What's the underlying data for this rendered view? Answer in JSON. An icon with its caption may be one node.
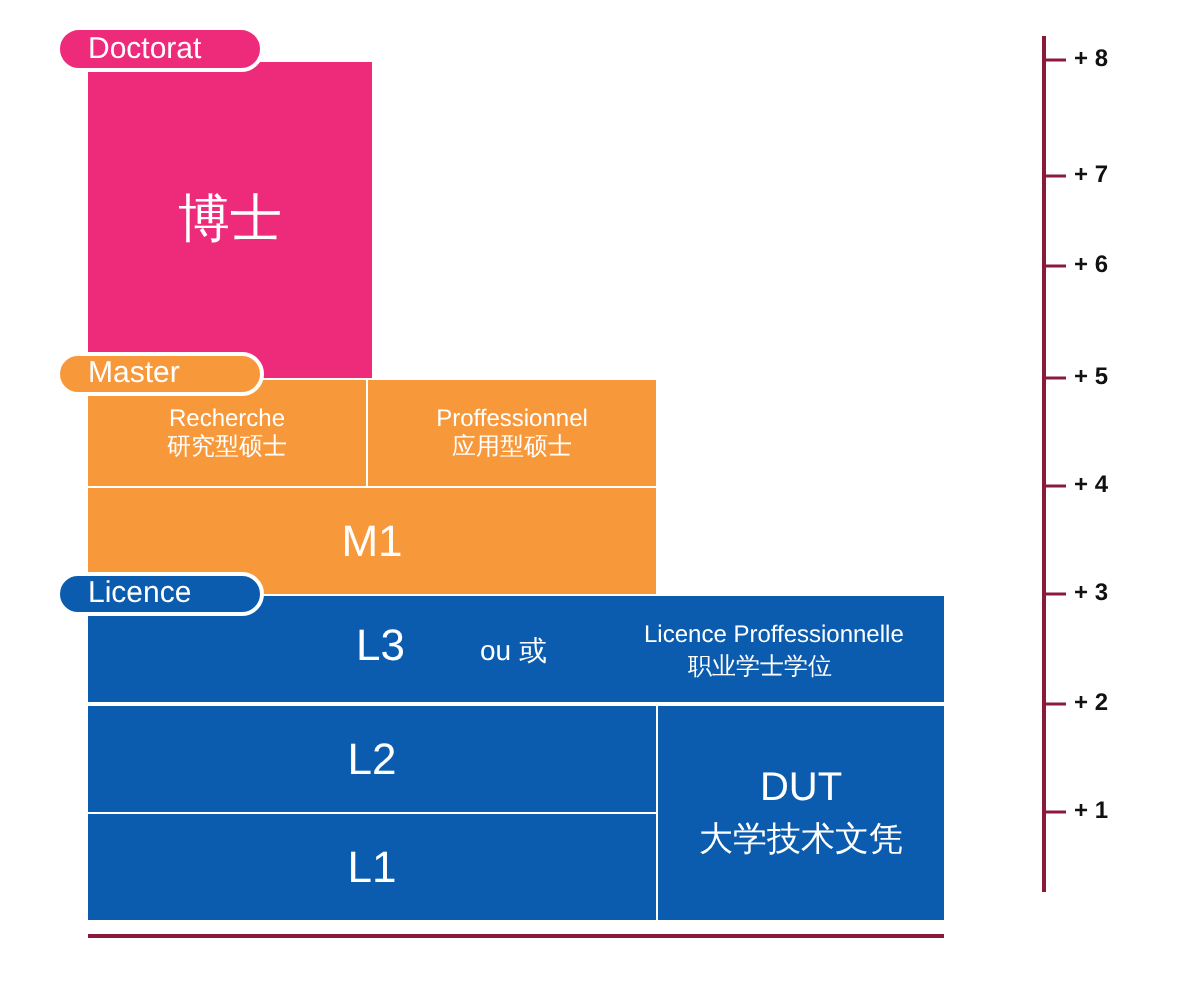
{
  "diagram": {
    "nodes": [
      {
        "text": [
          "Doctorat"
        ]
      },
      {
        "text": [
          "博士"
        ]
      },
      {
        "text": [
          "Master"
        ]
      },
      {
        "text": [
          "Recherche",
          "研究型硕士"
        ]
      },
      {
        "text": [
          "Proffessionnel",
          "应用型硕士"
        ]
      },
      {
        "text": [
          "M1"
        ]
      },
      {
        "text": [
          "Licence"
        ]
      },
      {
        "text": [
          "L3",
          "ou 或",
          "Licence Proffessionnelle",
          "职业学士学位"
        ]
      },
      {
        "text": [
          "L2"
        ]
      },
      {
        "text": [
          "L1"
        ]
      },
      {
        "text": [
          "DUT",
          "大学技术文凭"
        ]
      }
    ],
    "labels": [
      "+ 8",
      "+ 7",
      "+ 6",
      "+ 5",
      "+ 4",
      "+ 3",
      "+ 2",
      "+ 1"
    ]
  }
}
